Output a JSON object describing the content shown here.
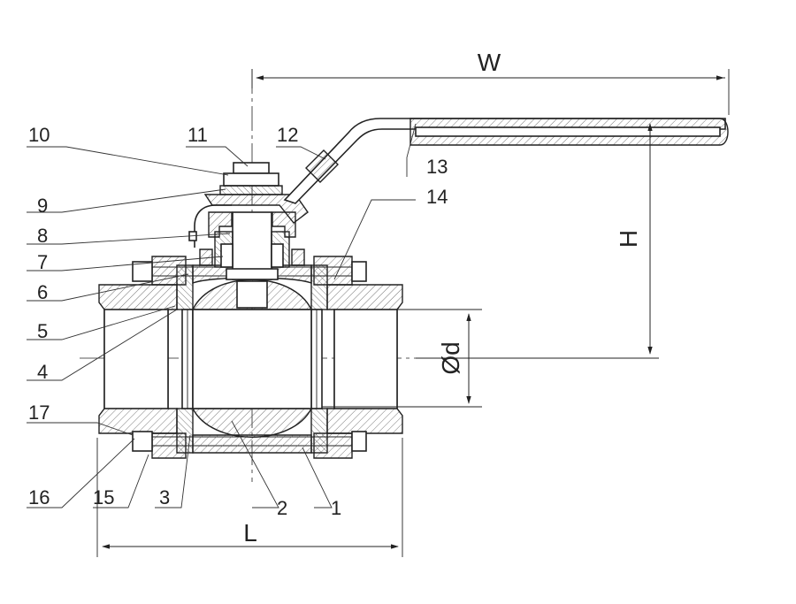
{
  "diagram": {
    "dimensions": {
      "width": "W",
      "height": "H",
      "bore": "Ød",
      "length": "L"
    },
    "part_labels": [
      "10",
      "11",
      "12",
      "9",
      "8",
      "7",
      "6",
      "5",
      "4",
      "17",
      "16",
      "15",
      "3",
      "2",
      "1",
      "13",
      "14"
    ]
  }
}
